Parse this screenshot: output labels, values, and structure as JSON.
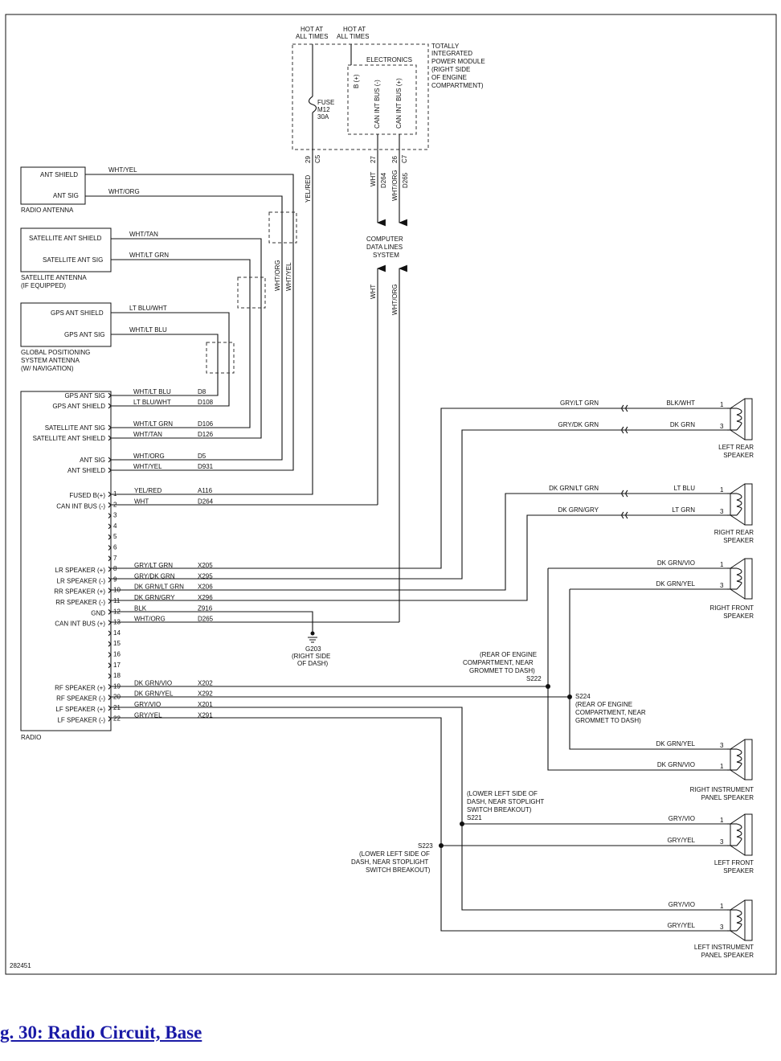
{
  "caption": "g. 30: Radio Circuit, Base",
  "figure_number": "282451",
  "tipm": {
    "hot1": [
      "HOT AT",
      "ALL TIMES"
    ],
    "hot2": [
      "HOT AT",
      "ALL TIMES"
    ],
    "label": [
      "TOTALLY",
      "INTEGRATED",
      "POWER MODULE",
      "(RIGHT SIDE",
      "OF ENGINE",
      "COMPARTMENT)"
    ],
    "electronics": "ELECTRONICS",
    "fuse": [
      "FUSE",
      "M12",
      "30A"
    ],
    "b_plus": "B (+)",
    "can_minus": "CAN INT BUS (-)",
    "can_plus": "CAN INT BUS (+)",
    "pins": [
      "29",
      "27",
      "26"
    ],
    "conns": [
      "C5",
      "C7"
    ],
    "wires": [
      "YEL/RED",
      "WHT",
      "D264",
      "WHT/ORG",
      "D265"
    ]
  },
  "cdl": [
    "COMPUTER",
    "DATA LINES",
    "SYSTEM"
  ],
  "vert_labels": [
    "WHT/ORG",
    "WHT/YEL",
    "WHT",
    "WHT/ORG"
  ],
  "antennas": {
    "radio": {
      "pins": [
        "ANT SHIELD",
        "ANT SIG"
      ],
      "wires": [
        "WHT/YEL",
        "WHT/ORG"
      ],
      "name": "RADIO ANTENNA"
    },
    "sat": {
      "pins": [
        "SATELLITE ANT SHIELD",
        "SATELLITE ANT SIG"
      ],
      "wires": [
        "WHT/TAN",
        "WHT/LT GRN"
      ],
      "name": [
        "SATELLITE ANTENNA",
        "(IF EQUIPPED)"
      ]
    },
    "gps": {
      "pins": [
        "GPS ANT SHIELD",
        "GPS ANT SIG"
      ],
      "wires": [
        "LT BLU/WHT",
        "WHT/LT BLU"
      ],
      "name": [
        "GLOBAL POSITIONING",
        "SYSTEM ANTENNA",
        "(W/ NAVIGATION)"
      ]
    }
  },
  "radio": {
    "name": "RADIO",
    "top_pins": [
      {
        "label": "GPS ANT SIG",
        "wire": "WHT/LT BLU",
        "circuit": "D8"
      },
      {
        "label": "GPS ANT SHIELD",
        "wire": "LT BLU/WHT",
        "circuit": "D108"
      },
      {
        "label": "SATELLITE ANT SIG",
        "wire": "WHT/LT GRN",
        "circuit": "D106"
      },
      {
        "label": "SATELLITE ANT SHIELD",
        "wire": "WHT/TAN",
        "circuit": "D126"
      },
      {
        "label": "ANT SIG",
        "wire": "WHT/ORG",
        "circuit": "D5"
      },
      {
        "label": "ANT SHIELD",
        "wire": "WHT/YEL",
        "circuit": "D931"
      }
    ],
    "pins": [
      {
        "num": "1",
        "label": "FUSED B(+)",
        "wire": "YEL/RED",
        "circuit": "A116"
      },
      {
        "num": "2",
        "label": "CAN INT BUS (-)",
        "wire": "WHT",
        "circuit": "D264"
      },
      {
        "num": "3",
        "label": "",
        "wire": "",
        "circuit": ""
      },
      {
        "num": "4",
        "label": "",
        "wire": "",
        "circuit": ""
      },
      {
        "num": "5",
        "label": "",
        "wire": "",
        "circuit": ""
      },
      {
        "num": "6",
        "label": "",
        "wire": "",
        "circuit": ""
      },
      {
        "num": "7",
        "label": "",
        "wire": "",
        "circuit": ""
      },
      {
        "num": "8",
        "label": "LR SPEAKER (+)",
        "wire": "GRY/LT GRN",
        "circuit": "X205"
      },
      {
        "num": "9",
        "label": "LR SPEAKER (-)",
        "wire": "GRY/DK GRN",
        "circuit": "X295"
      },
      {
        "num": "10",
        "label": "RR SPEAKER (+)",
        "wire": "DK GRN/LT GRN",
        "circuit": "X206"
      },
      {
        "num": "11",
        "label": "RR SPEAKER (-)",
        "wire": "DK GRN/GRY",
        "circuit": "X296"
      },
      {
        "num": "12",
        "label": "GND",
        "wire": "BLK",
        "circuit": "Z916"
      },
      {
        "num": "13",
        "label": "CAN INT BUS (+)",
        "wire": "WHT/ORG",
        "circuit": "D265"
      },
      {
        "num": "14",
        "label": "",
        "wire": "",
        "circuit": ""
      },
      {
        "num": "15",
        "label": "",
        "wire": "",
        "circuit": ""
      },
      {
        "num": "16",
        "label": "",
        "wire": "",
        "circuit": ""
      },
      {
        "num": "17",
        "label": "",
        "wire": "",
        "circuit": ""
      },
      {
        "num": "18",
        "label": "",
        "wire": "",
        "circuit": ""
      },
      {
        "num": "19",
        "label": "RF SPEAKER (+)",
        "wire": "DK GRN/VIO",
        "circuit": "X202"
      },
      {
        "num": "20",
        "label": "RF SPEAKER (-)",
        "wire": "DK GRN/YEL",
        "circuit": "X292"
      },
      {
        "num": "21",
        "label": "LF SPEAKER (+)",
        "wire": "GRY/VIO",
        "circuit": "X201"
      },
      {
        "num": "22",
        "label": "LF SPEAKER (-)",
        "wire": "GRY/YEL",
        "circuit": "X291"
      }
    ]
  },
  "ground": {
    "name": "G203",
    "loc": [
      "(RIGHT SIDE",
      "OF DASH)"
    ]
  },
  "splices": {
    "s222": {
      "loc": [
        "(REAR OF ENGINE",
        "COMPARTMENT, NEAR",
        "GROMMET TO DASH)"
      ],
      "name": "S222"
    },
    "s224": {
      "name": "S224",
      "loc": [
        "(REAR OF ENGINE",
        "COMPARTMENT, NEAR",
        "GROMMET TO DASH)"
      ]
    },
    "s221": {
      "loc": [
        "(LOWER LEFT SIDE OF",
        "DASH, NEAR STOPLIGHT",
        "SWITCH BREAKOUT)"
      ],
      "name": "S221"
    },
    "s223": {
      "name": "S223",
      "loc": [
        "(LOWER LEFT SIDE OF",
        "DASH, NEAR STOPLIGHT",
        "SWITCH BREAKOUT)"
      ]
    }
  },
  "speakers": {
    "left_rear": {
      "name": [
        "LEFT REAR",
        "SPEAKER"
      ],
      "w1_left": "GRY/LT GRN",
      "w1_right": "BLK/WHT",
      "w2_left": "GRY/DK GRN",
      "w2_right": "DK GRN",
      "p1": "1",
      "p2": "3"
    },
    "right_rear": {
      "name": [
        "RIGHT REAR",
        "SPEAKER"
      ],
      "w1_left": "DK GRN/LT GRN",
      "w1_right": "LT BLU",
      "w2_left": "DK GRN/GRY",
      "w2_right": "LT GRN",
      "p1": "1",
      "p2": "3"
    },
    "right_front": {
      "name": [
        "RIGHT FRONT",
        "SPEAKER"
      ],
      "w1": "DK GRN/VIO",
      "w2": "DK GRN/YEL",
      "p1": "1",
      "p2": "3"
    },
    "right_ip": {
      "name": [
        "RIGHT INSTRUMENT",
        "PANEL SPEAKER"
      ],
      "w1": "DK GRN/YEL",
      "w2": "DK GRN/VIO",
      "p1": "3",
      "p2": "1"
    },
    "left_front": {
      "name": [
        "LEFT FRONT",
        "SPEAKER"
      ],
      "w1": "GRY/VIO",
      "w2": "GRY/YEL",
      "p1": "1",
      "p2": "3"
    },
    "left_ip": {
      "name": [
        "LEFT INSTRUMENT",
        "PANEL SPEAKER"
      ],
      "w1": "GRY/VIO",
      "w2": "GRY/YEL",
      "p1": "1",
      "p2": "3"
    }
  }
}
